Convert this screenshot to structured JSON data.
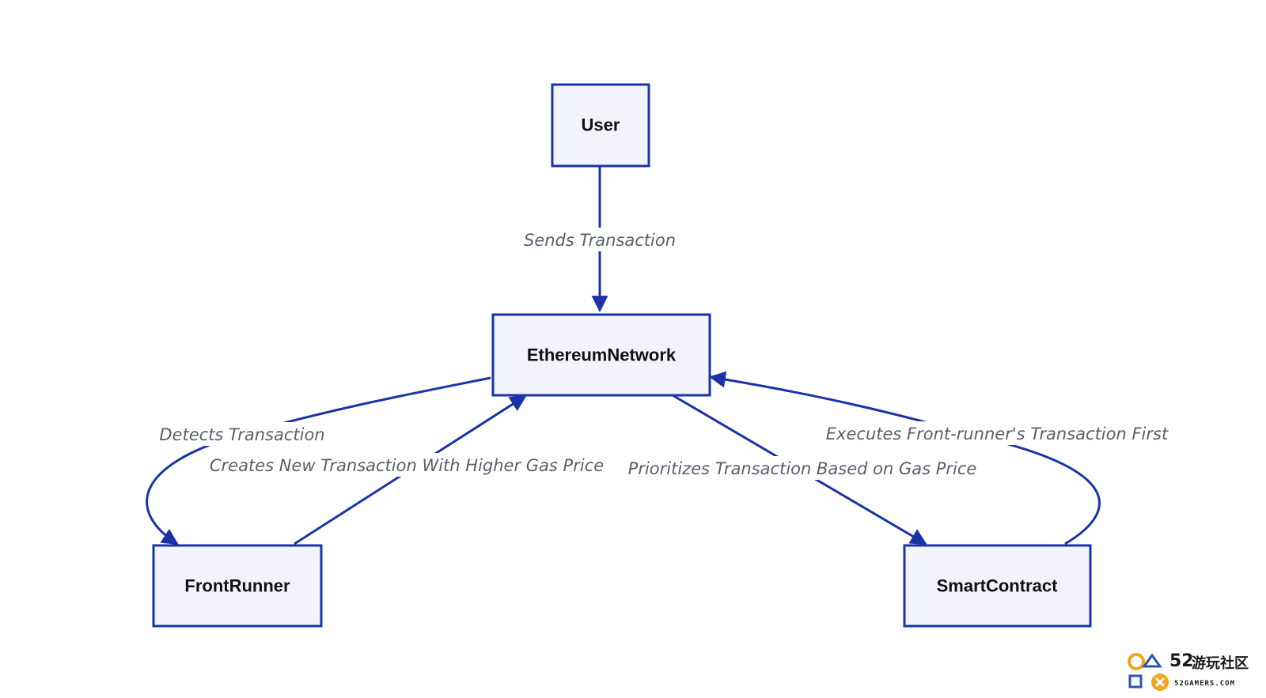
{
  "nodes": {
    "user": "User",
    "ethereum_network": "EthereumNetwork",
    "front_runner": "FrontRunner",
    "smart_contract": "SmartContract"
  },
  "edges": {
    "sends_transaction": "Sends Transaction",
    "detects_transaction": "Detects Transaction",
    "creates_new_transaction": "Creates New Transaction With Higher Gas Price",
    "prioritizes_transaction": "Prioritizes Transaction Based on Gas Price",
    "executes_first": "Executes Front-runner's Transaction First"
  },
  "colors": {
    "node_fill": "#f3f4fb",
    "stroke": "#1a33a8",
    "edge_label": "#5a5f6b",
    "watermark_accent": "#f2a51f"
  },
  "watermark": {
    "number": "52",
    "name": "游玩社区",
    "domain": "52GAMERS.COM"
  }
}
